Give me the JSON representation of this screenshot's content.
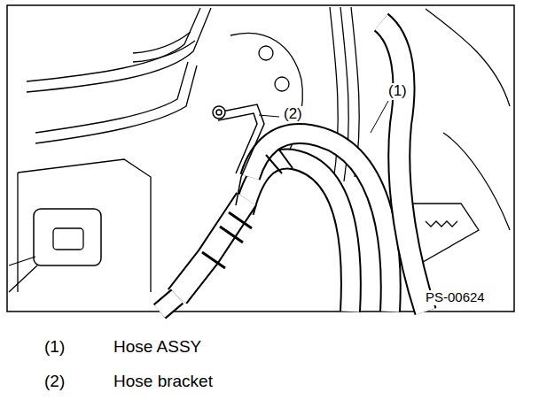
{
  "diagram": {
    "labels": [
      "(2)",
      "(1)",
      "PS-00624",
      "(1)",
      "Hose ASSY",
      "(2)",
      "Hose bracket"
    ]
  }
}
